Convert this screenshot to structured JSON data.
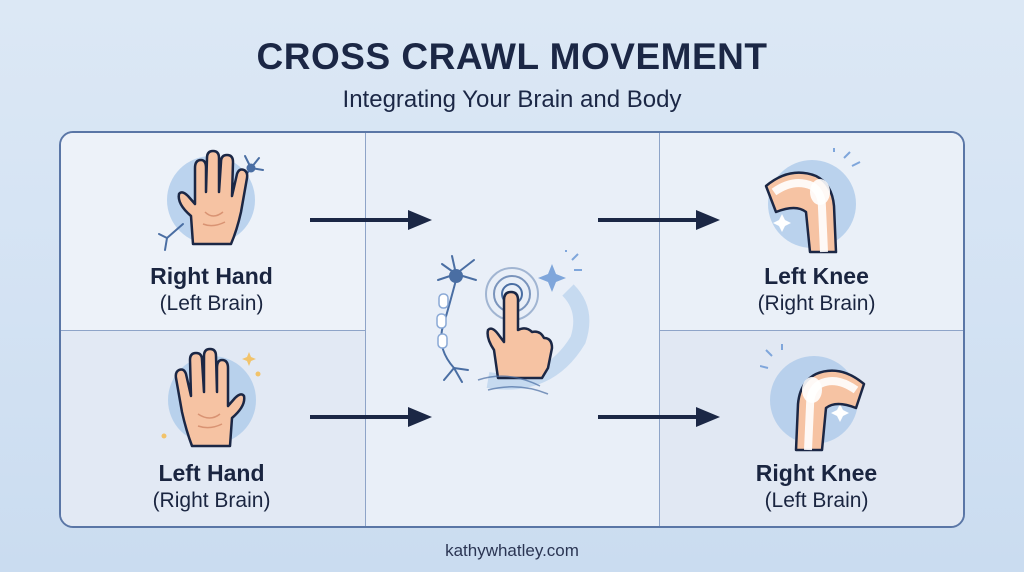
{
  "header": {
    "title": "CROSS CRAWL MOVEMENT",
    "subtitle": "Integrating Your Brain and Body"
  },
  "panels": {
    "top_left": {
      "main": "Right Hand",
      "sub": "(Left Brain)",
      "icon": "right-hand-neuron-icon"
    },
    "bottom_left": {
      "main": "Left Hand",
      "sub": "(Right Brain)",
      "icon": "left-hand-icon"
    },
    "center": {
      "icon": "neuron-touch-icon"
    },
    "top_right": {
      "main": "Left Knee",
      "sub": "(Right Brain)",
      "icon": "left-knee-icon"
    },
    "bottom_right": {
      "main": "Right Knee",
      "sub": "(Left Brain)",
      "icon": "right-knee-icon"
    }
  },
  "footer": {
    "text": "kathywhatley.com"
  },
  "colors": {
    "accent_dark": "#1b2745",
    "border": "#5a76a6",
    "skin": "#f6c3a3",
    "circle": "#a9c8ea"
  }
}
